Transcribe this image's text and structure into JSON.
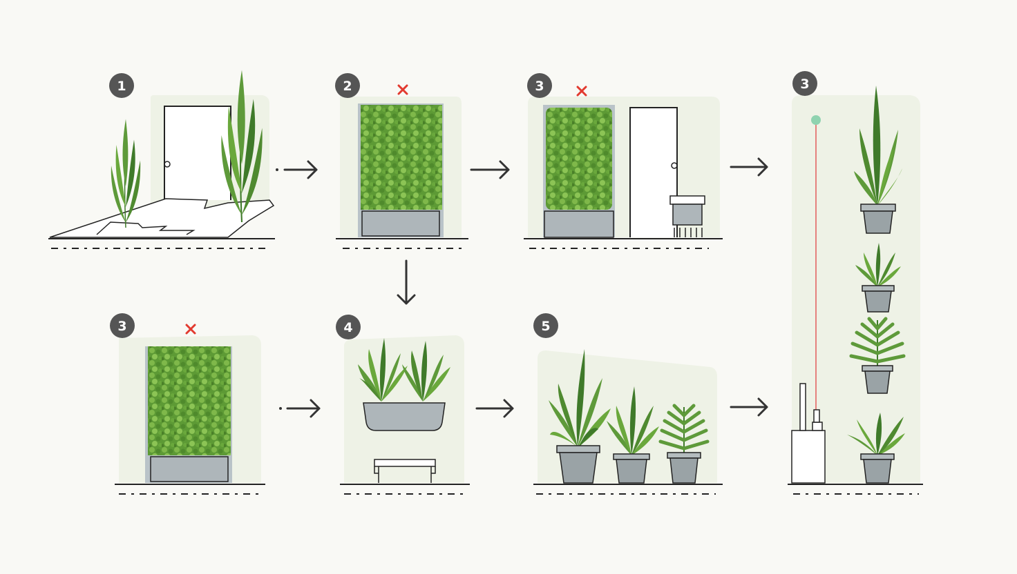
{
  "steps": [
    {
      "id": "s1",
      "number": "1"
    },
    {
      "id": "s2",
      "number": "2"
    },
    {
      "id": "s3a",
      "number": "3"
    },
    {
      "id": "s3b",
      "number": "3"
    },
    {
      "id": "s3c",
      "number": "3"
    },
    {
      "id": "s4",
      "number": "4"
    },
    {
      "id": "s5",
      "number": "5"
    }
  ],
  "colors": {
    "badge": "#555555",
    "line": "#222222",
    "leaf": "#5e9a3a",
    "leaf_dark": "#3f7a2a",
    "moss": "#6aa33c",
    "pot": "#9aa3a6",
    "cross": "#e23a2f",
    "sensor_dot": "#8fd3b0",
    "laser": "#e25a5a",
    "panel": "#eef2e6"
  },
  "icons": [
    "arrow-right-icon",
    "arrow-down-icon",
    "cross-mark-icon",
    "potted-plant-icon"
  ]
}
